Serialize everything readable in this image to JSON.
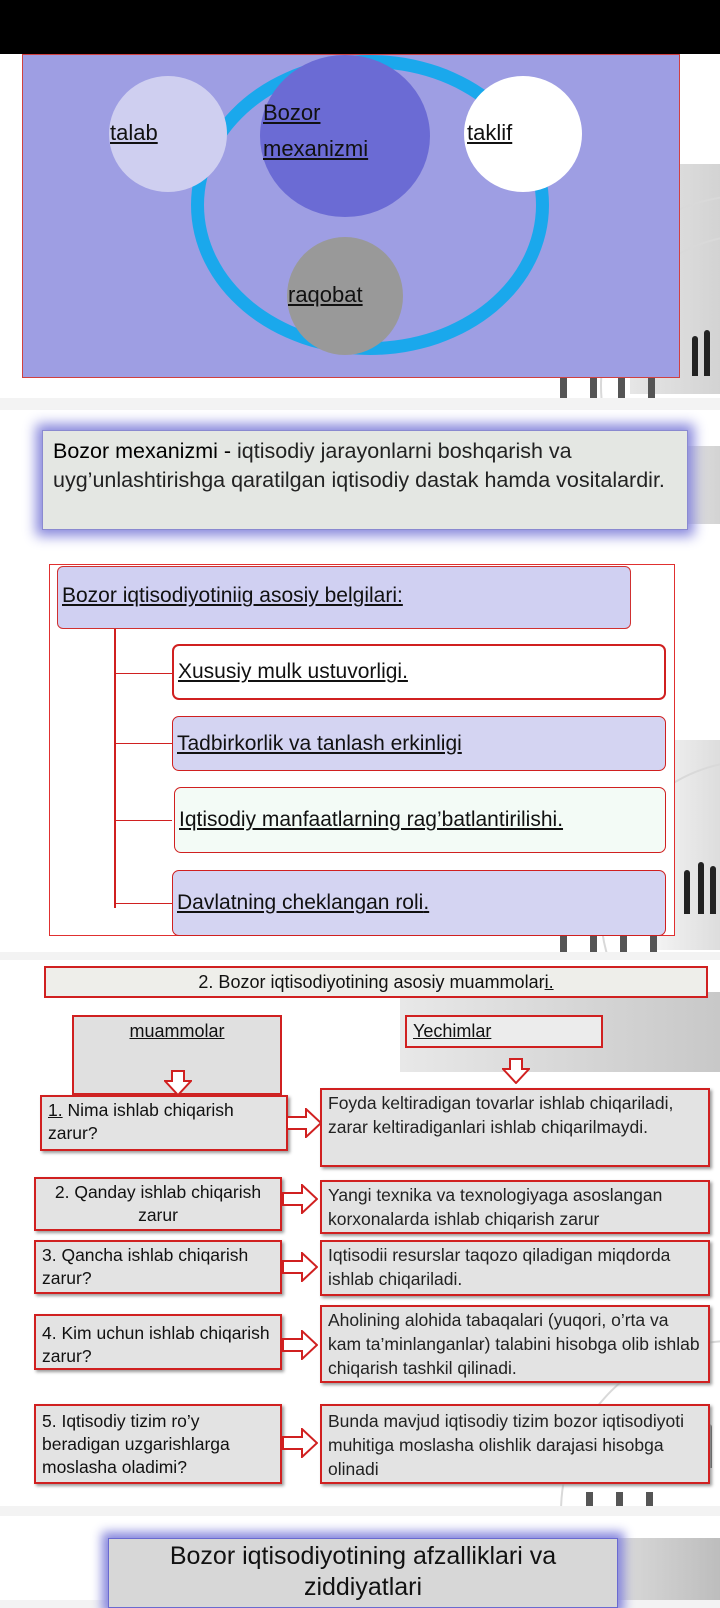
{
  "slide1": {
    "center": {
      "line1": "Bozor",
      "line2": "mexanizmi"
    },
    "left": "talab",
    "right": "taklif",
    "bottom": "raqobat"
  },
  "slide2": {
    "definition_term": "Bozor mexanizmi - ",
    "definition_text": "iqtisodiy jarayonlarni boshqarish va uyg’unlashtirishga qaratilgan iqtisodiy dastak hamda vositalardir.",
    "features_title": "Bozor iqtisodiyotiniig asosiy belgilari:",
    "features": [
      {
        "label": "Xususiy mulk ustuvorligi.",
        "suffix": ""
      },
      {
        "label": "Tadbirkorlik va tanlash erkinligi",
        "suffix": ""
      },
      {
        "label": "Iqtisodiy manfaatlarning rag’batlantirilishi.",
        "suffix": ""
      },
      {
        "label": "Davlatning cheklangan roli ",
        "suffix": "."
      }
    ]
  },
  "slide3": {
    "title_main": "2. Bozor iqtisodiyotining asosiy muammolar",
    "title_tail": "i.",
    "col_left": "muammolar",
    "col_right": "Yechimlar",
    "rows": [
      {
        "q_num": "1.",
        "q": " Nima ishlab chiqarish zarur?",
        "a": "Foyda keltiradigan tovarlar ishlab chiqariladi, zarar keltiradiganlari ishlab chiqarilmaydi."
      },
      {
        "q_num": "",
        "q": "2. Qanday ishlab chiqarish zarur",
        "a": "Yangi texnika va texnologiyaga asoslangan korxonalarda ishlab chiqarish zarur"
      },
      {
        "q_num": "",
        "q": "3. Qancha ishlab chiqarish zarur?",
        "a": "Iqtisodii resurslar taqozo qiladigan miqdorda ishlab chiqariladi."
      },
      {
        "q_num": "",
        "q": "4. Kim uchun ishlab chiqarish zarur?",
        "a": "Aholining alohida tabaqalari (yuqori, o’rta va kam ta’minlanganlar) talabini hisobga olib ishlab chiqarish tashkil qilinadi."
      },
      {
        "q_num": "",
        "q": "5. Iqtisodiy tizim ro’y beradigan uzgarishlarga moslasha oladimi?",
        "a": "Bunda mavjud iqtisodiy tizim bozor iqtisodiyoti muhitiga moslasha olishlik darajasi hisobga olinadi"
      }
    ]
  },
  "slide4": {
    "title": "Bozor iqtisodiyotining afzalliklari va ziddiyatlari"
  },
  "colors": {
    "diagram_bg": "#9e9ee3",
    "ring": "#1aa8ec",
    "center_circle": "#6b6bd4",
    "accent_red": "#d02020",
    "lavender": "#d0d0f2"
  }
}
